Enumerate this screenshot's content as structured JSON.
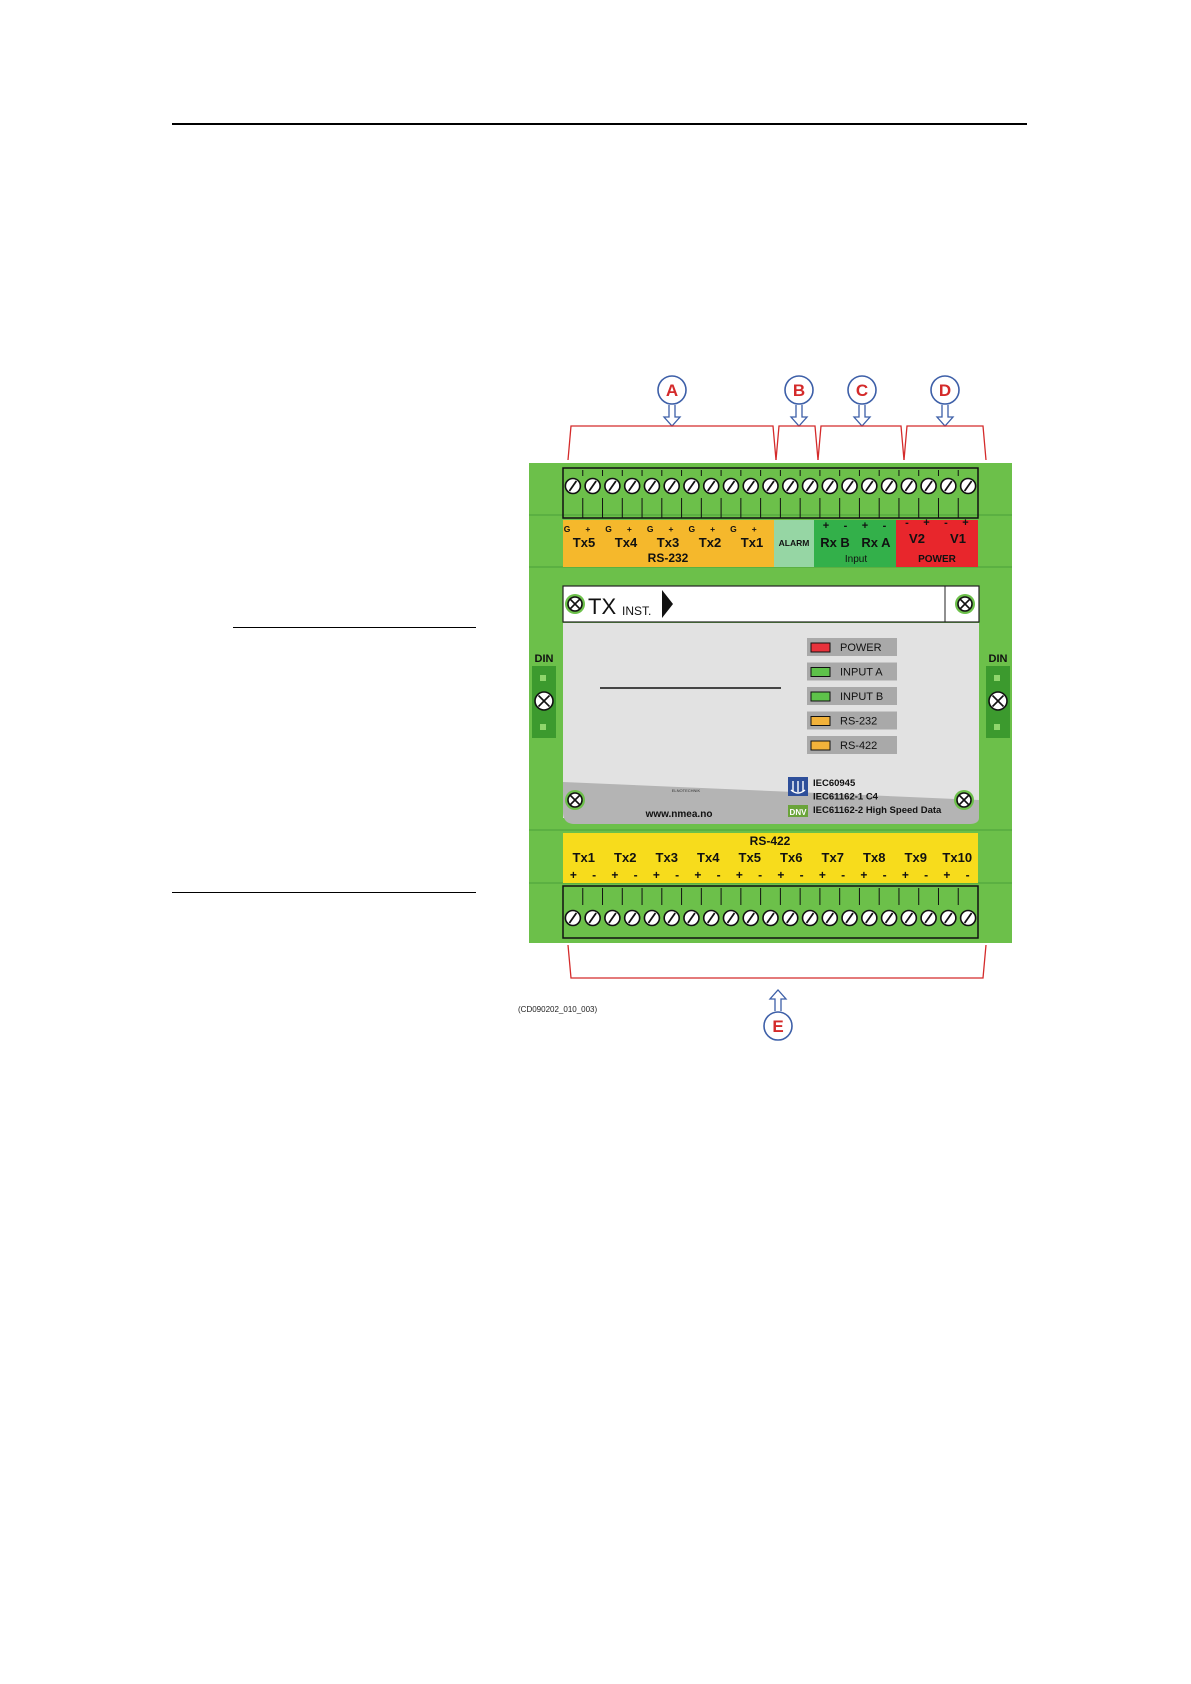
{
  "callouts": [
    "A",
    "B",
    "C",
    "D",
    "E"
  ],
  "top_terminal_count": 21,
  "bottom_terminal_count": 21,
  "rs232": {
    "group_label": "RS-232",
    "channels": [
      "Tx5",
      "Tx4",
      "Tx3",
      "Tx2",
      "Tx1"
    ],
    "pin_marks": [
      "G",
      "+",
      "G",
      "+",
      "G",
      "+",
      "G",
      "+",
      "G",
      "+"
    ]
  },
  "alarm": {
    "label": "ALARM"
  },
  "input": {
    "group_label": "Input",
    "channels": [
      "Rx B",
      "Rx A"
    ],
    "pin_marks": [
      "+",
      "-",
      "+",
      "-"
    ]
  },
  "power": {
    "group_label": "POWER",
    "channels": [
      "V2",
      "V1"
    ],
    "pin_marks": [
      "-",
      "+",
      "-",
      "+"
    ]
  },
  "title_bar": {
    "main": "TX",
    "sub": "INST."
  },
  "din_label": "DIN",
  "leds": [
    {
      "label": "POWER",
      "color": "#e8323c"
    },
    {
      "label": "INPUT A",
      "color": "#5ec24a"
    },
    {
      "label": "INPUT B",
      "color": "#5ec24a"
    },
    {
      "label": "RS-232",
      "color": "#f2b23a"
    },
    {
      "label": "RS-422",
      "color": "#f2b23a"
    }
  ],
  "small_logo_text": "ELNOTECHNIK",
  "website": "www.nmea.no",
  "dnv_badge": "DNV",
  "standards": [
    "IEC60945",
    "IEC61162-1 C4",
    "IEC61162-2 High Speed Data"
  ],
  "rs422": {
    "group_label": "RS-422",
    "channels": [
      "Tx1",
      "Tx2",
      "Tx3",
      "Tx4",
      "Tx5",
      "Tx6",
      "Tx7",
      "Tx8",
      "Tx9",
      "Tx10"
    ],
    "pin_marks": [
      "+",
      "-"
    ]
  },
  "caption": "(CD090202_010_003)",
  "colors": {
    "green": "#6cc04a",
    "dark_green": "#3c9a2e",
    "orange": "#f5b82c",
    "yellow": "#f7dc1c",
    "red": "#e8262c",
    "input_green": "#33b04a",
    "alarm_green": "#96d6a4",
    "panel": "#e2e2e2",
    "callout": "#d42a2a",
    "arrow": "#3d5fa8"
  }
}
